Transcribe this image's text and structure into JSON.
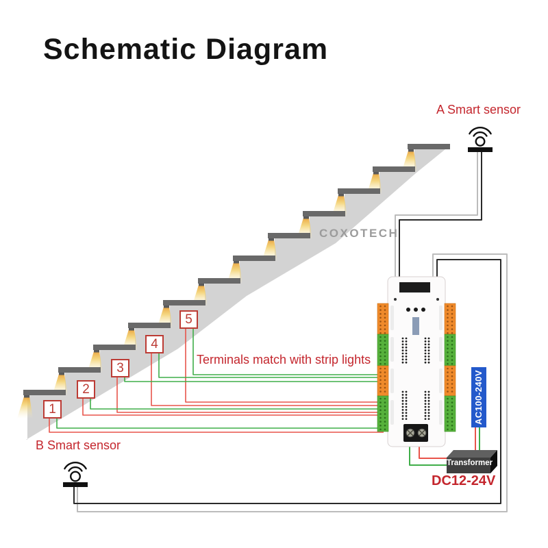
{
  "title": "Schematic Diagram",
  "watermark": "COXOTECH",
  "sensors": {
    "a_label": "A Smart sensor",
    "b_label": "B Smart sensor"
  },
  "annotation": {
    "terminals_note": "Terminals match with strip lights"
  },
  "power": {
    "ac_label": "AC100-240V",
    "transformer_label": "Transformer",
    "dc_label": "DC12-24V"
  },
  "step_markers": {
    "labels": [
      "1",
      "2",
      "3",
      "4",
      "5"
    ]
  },
  "colors": {
    "label_red": "#c4262d",
    "box_red": "#bc3b34",
    "wire_red": "#e8544a",
    "wire_green": "#3fae49",
    "wire_black": "#2a2a2a",
    "wire_gray": "#bcbcbc",
    "stair_body": "#d3d3d3",
    "tread": "#696969",
    "ac_blue": "#2359cb",
    "terminal_orange": "#ef8a2b",
    "terminal_green": "#56b13c"
  }
}
